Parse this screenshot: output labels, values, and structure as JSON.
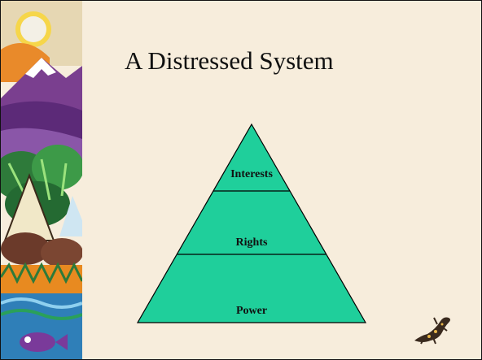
{
  "slide": {
    "title": "A Distressed System",
    "pyramid": {
      "levels": [
        "Interests",
        "Rights",
        "Power"
      ],
      "fill_color": "#1fcf9b",
      "line_color": "#000000"
    }
  },
  "decorations": {
    "left_border": "folk-art-landscape",
    "corner_icon": "lizard-icon"
  }
}
